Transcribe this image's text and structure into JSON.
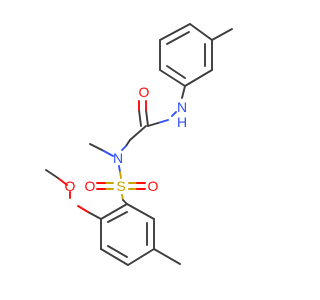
{
  "molecule": {
    "atoms": {
      "amide_o": "O",
      "amide_n": "N",
      "amide_h": "H",
      "sulfonamide_n": "N",
      "sulfur": "S",
      "sulfonyl_o_left": "O",
      "sulfonyl_o_right": "O",
      "methoxy_o": "O"
    },
    "colors": {
      "carbon_bond": "#3d3d3d",
      "oxygen": "#ff0d0d",
      "nitrogen": "#3050f8",
      "sulfur": "#c9a500"
    }
  }
}
